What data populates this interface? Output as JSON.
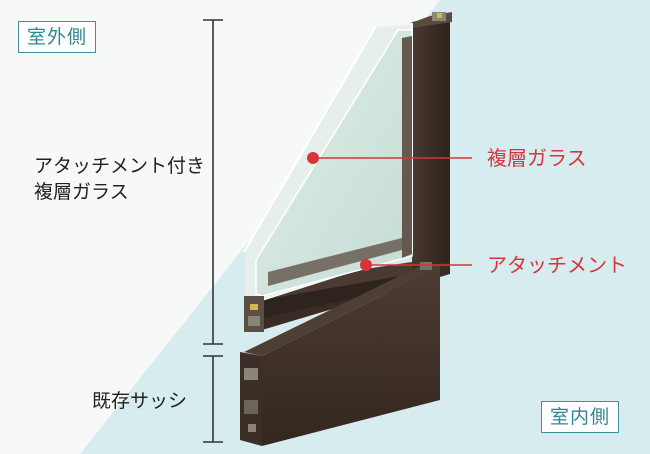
{
  "labels": {
    "outdoor": "室外側",
    "indoor": "室内側",
    "attached_line1": "アタッチメント付き",
    "attached_line2": "複層ガラス",
    "existing_sash": "既存サッシ",
    "double_glass": "複層ガラス",
    "attachment": "アタッチメント"
  },
  "colors": {
    "indoor_background": "#d7ecee",
    "accent": "#d8343d",
    "frame": "#3c2f28",
    "tag_border": "#3f8f9c"
  }
}
